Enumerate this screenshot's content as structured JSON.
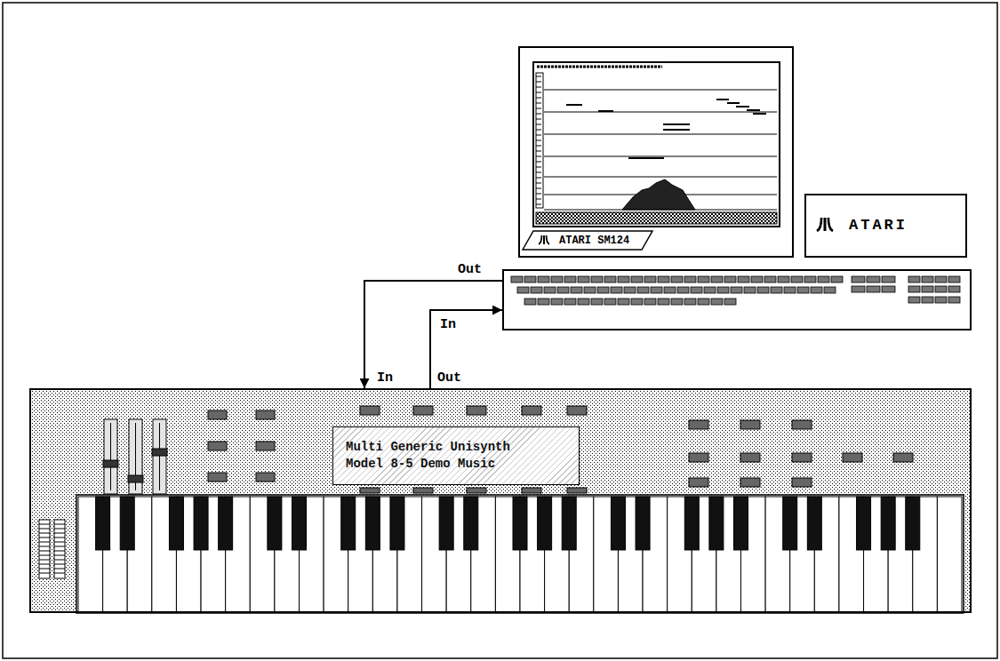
{
  "diagram": {
    "nodes": [
      {
        "text": [
          "ATARI SM124"
        ]
      },
      {
        "text": [
          "ATARI"
        ]
      },
      {
        "text": [
          "Out",
          "In"
        ]
      },
      {
        "text": [
          "In",
          "Out"
        ]
      },
      {
        "text": [
          "Multi Generic Unisynth Model 8-5 Demo Music"
        ],
        "in": 3
      }
    ],
    "edges": [
      {
        "from": 2,
        "to": 3,
        "arrow": "to"
      },
      {
        "from": 3,
        "to": 2,
        "arrow": "to"
      }
    ]
  }
}
